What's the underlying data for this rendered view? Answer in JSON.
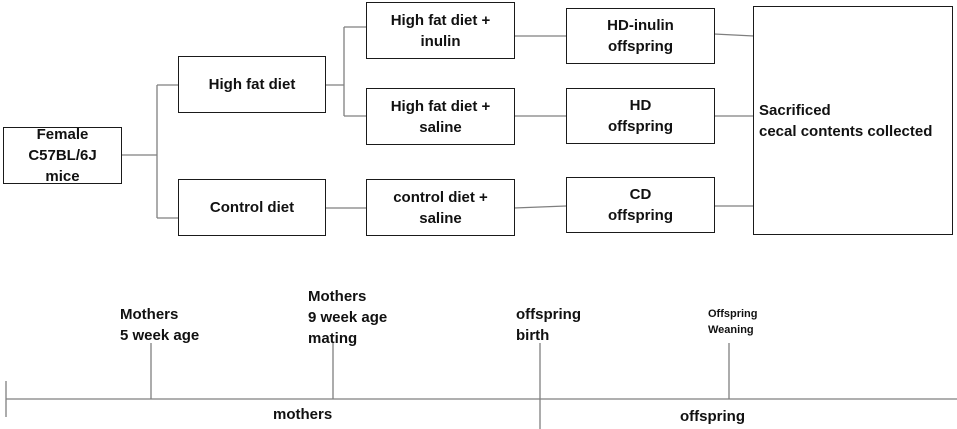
{
  "flowchart": {
    "root": {
      "line1": "Female C57BL/6J",
      "line2": "mice"
    },
    "diet_high_fat": "High fat diet",
    "diet_control": "Control diet",
    "group_hf_inulin": {
      "line1": "High fat diet +",
      "line2": "inulin"
    },
    "group_hf_saline": {
      "line1": "High fat diet +",
      "line2": "saline"
    },
    "group_cd_saline": {
      "line1": "control diet +",
      "line2": "saline"
    },
    "offspring_hd_inulin": {
      "line1": "HD-inulin",
      "line2": "offspring"
    },
    "offspring_hd": {
      "line1": "HD",
      "line2": "offspring"
    },
    "offspring_cd": {
      "line1": "CD",
      "line2": "offspring"
    },
    "outcome": {
      "line1": "Sacrificed",
      "line2": "cecal contents collected"
    }
  },
  "timeline": {
    "event_mothers_5wk": {
      "line1": "Mothers",
      "line2": "5 week age"
    },
    "event_mothers_9wk": {
      "line1": "Mothers",
      "line2": "9 week age",
      "line3": "mating"
    },
    "event_birth": {
      "line1": "offspring",
      "line2": "birth"
    },
    "event_weaning": {
      "line1": "Offspring",
      "line2": "Weaning"
    },
    "segment_mothers": "mothers",
    "segment_offspring": "offspring"
  },
  "colors": {
    "stroke": "#1a1a1a",
    "connector": "#7f7f7f",
    "text": "#111111"
  }
}
